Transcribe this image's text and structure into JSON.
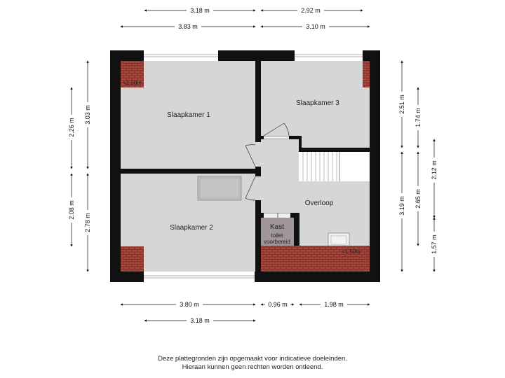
{
  "rooms": {
    "slaapkamer1": "Slaapkamer 1",
    "slaapkamer2": "Slaapkamer 2",
    "slaapkamer3": "Slaapkamer 3",
    "overloop": "Overloop",
    "kast": "Kast",
    "toilet_line1": "toilet",
    "toilet_line2": "voorbereid"
  },
  "height_marks": {
    "left": "<1.50m",
    "right": "<1.50m"
  },
  "dimensions": {
    "top_row1": [
      "3.18 m",
      "2.92 m"
    ],
    "top_row2": [
      "3.83 m",
      "3.10 m"
    ],
    "bottom_row1": [
      "3.80 m",
      "0.96 m",
      "1.98 m"
    ],
    "bottom_row2": [
      "3.18 m"
    ],
    "left_outer": [
      "3.03 m",
      "2.78 m"
    ],
    "left_inner": [
      "2.26 m",
      "2.08 m"
    ],
    "right_a": [
      "2.51 m",
      "3.19 m"
    ],
    "right_b": [
      "1.74 m",
      "2.65 m"
    ],
    "right_c": [
      "2.12 m",
      "1.57 m"
    ]
  },
  "disclaimer": {
    "line1": "Deze plattegronden zijn opgemaakt voor indicatieve doeleinden.",
    "line2": "Hieraan kunnen geen rechten worden ontleend."
  },
  "colors": {
    "wall": "#111111",
    "floor": "#d6d6d6",
    "roof": "#a0463b",
    "kast": "#a09698",
    "stairs": "#ffffff"
  }
}
